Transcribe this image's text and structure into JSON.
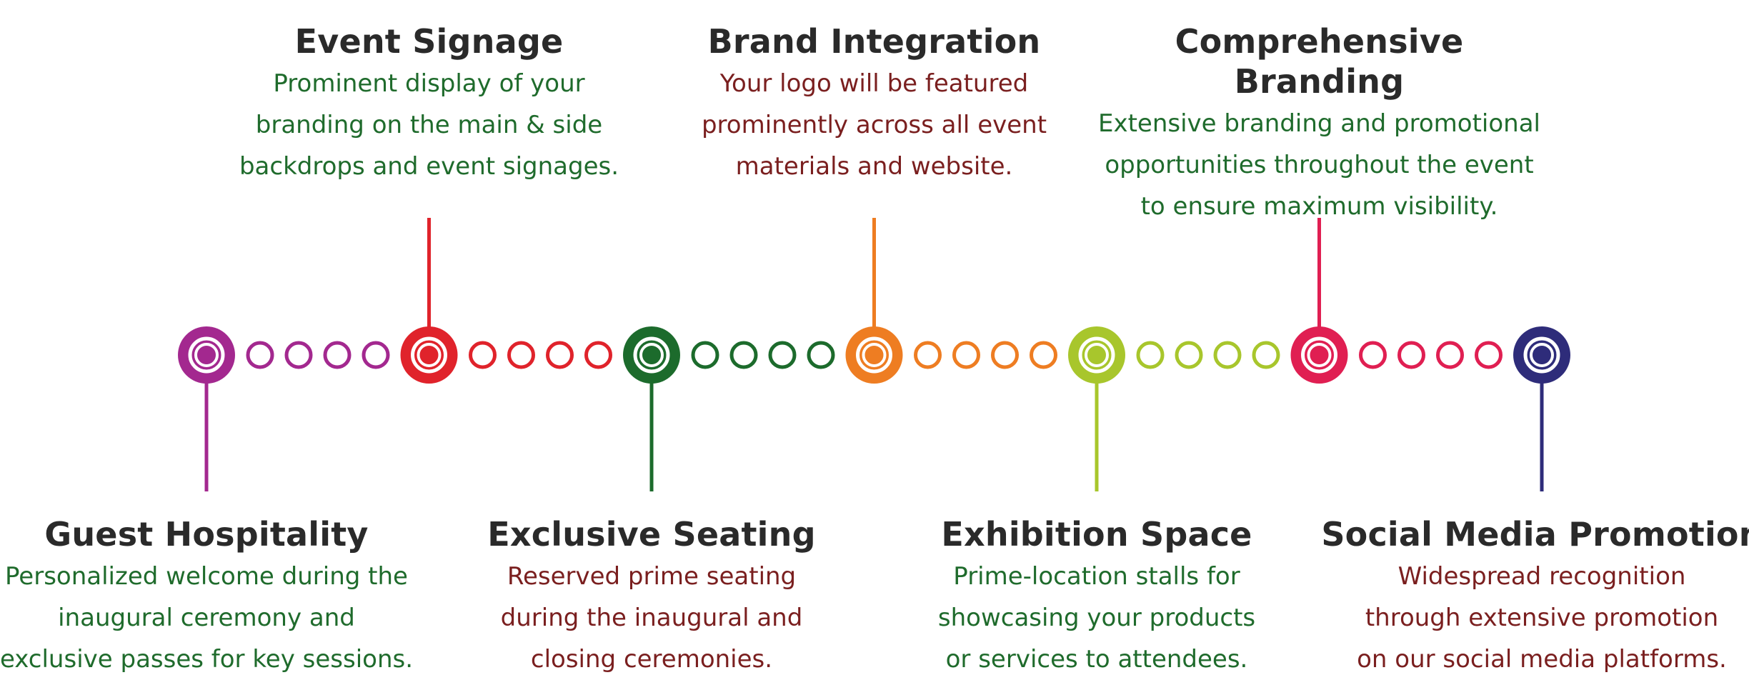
{
  "colors": {
    "purple": "#a3288f",
    "red": "#e0232b",
    "green": "#1c6b2c",
    "orange": "#ee7d22",
    "lime": "#a8c62c",
    "pink": "#e01f52",
    "navy": "#2e2c7a",
    "text_green": "#1f6b2c",
    "text_brown": "#7a1f1f"
  },
  "milestones": [
    {
      "position": "bottom",
      "color": "purple",
      "title": "Guest Hospitality",
      "lines": [
        "Personalized welcome during the",
        "inaugural ceremony and",
        "exclusive passes for key sessions."
      ],
      "text_color": "text_green"
    },
    {
      "position": "top",
      "color": "red",
      "title": "Event Signage",
      "lines": [
        "Prominent display of your",
        "branding on the main & side",
        "backdrops and event signages."
      ],
      "text_color": "text_green"
    },
    {
      "position": "bottom",
      "color": "green",
      "title": "Exclusive Seating",
      "lines": [
        "Reserved prime seating",
        "during the inaugural and",
        "closing ceremonies."
      ],
      "text_color": "text_brown"
    },
    {
      "position": "top",
      "color": "orange",
      "title": "Brand Integration",
      "lines": [
        "Your logo will be featured",
        "prominently across all event",
        "materials and website."
      ],
      "text_color": "text_brown"
    },
    {
      "position": "bottom",
      "color": "lime",
      "title": "Exhibition Space",
      "lines": [
        "Prime-location stalls for",
        "showcasing your products",
        "or services to attendees."
      ],
      "text_color": "text_green"
    },
    {
      "position": "top",
      "color": "pink",
      "title": "Comprehensive Branding",
      "lines": [
        "Extensive branding and promotional",
        "opportunities throughout the event",
        "to ensure maximum visibility."
      ],
      "text_color": "text_green"
    },
    {
      "position": "bottom",
      "color": "navy",
      "title": "Social Media Promotion",
      "lines": [
        "Widespread recognition",
        "through extensive promotion",
        "on our social media platforms."
      ],
      "text_color": "text_brown"
    }
  ],
  "connector_dots_per_gap": 4
}
